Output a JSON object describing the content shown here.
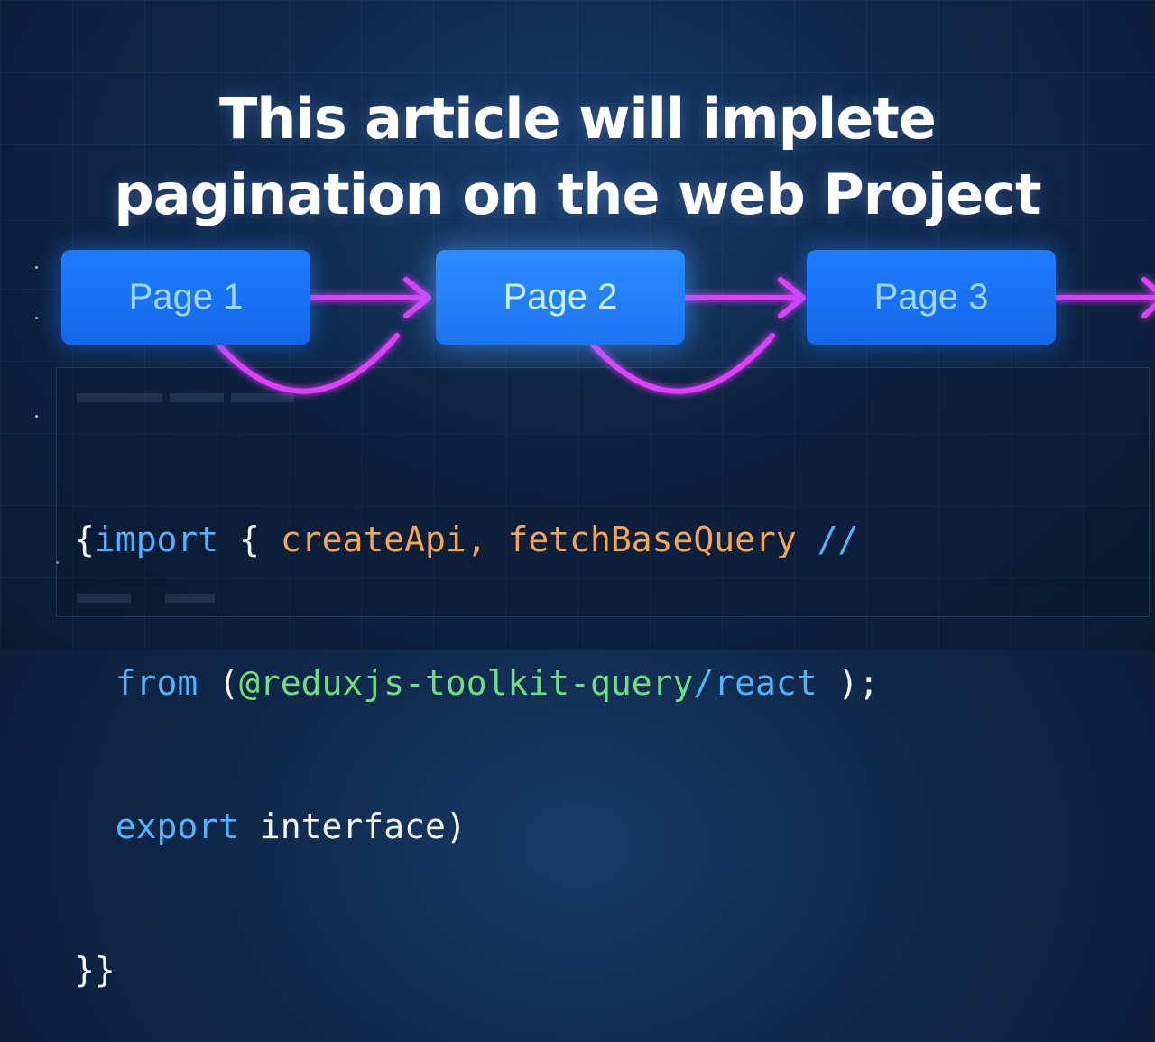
{
  "headline": {
    "line1": "This article will implete",
    "line2": "pagination on the web Project"
  },
  "pages": [
    {
      "label": "Page 1"
    },
    {
      "label": "Page 2"
    },
    {
      "label": "Page 3"
    }
  ],
  "code": {
    "line1": {
      "open": "{",
      "kw": "import",
      "brace": " { ",
      "fn": "createApi, fetchBaseQuery",
      "comment": " //"
    },
    "line2": {
      "indent": "  ",
      "kw": "from",
      "paren": " (",
      "str": "@reduxjs-toolkit-query",
      "path": "/react",
      "end": " );"
    },
    "line3": {
      "indent": "  ",
      "kw": "export",
      "rest": " interface)"
    },
    "line4": {
      "text": "}}"
    }
  },
  "colors": {
    "background": "#0f2748",
    "page_box": "#1d7dff",
    "arrow": "#e040fb",
    "keyword": "#4fb3ff",
    "identifier": "#f5a652",
    "module_name": "#6ee07a"
  }
}
